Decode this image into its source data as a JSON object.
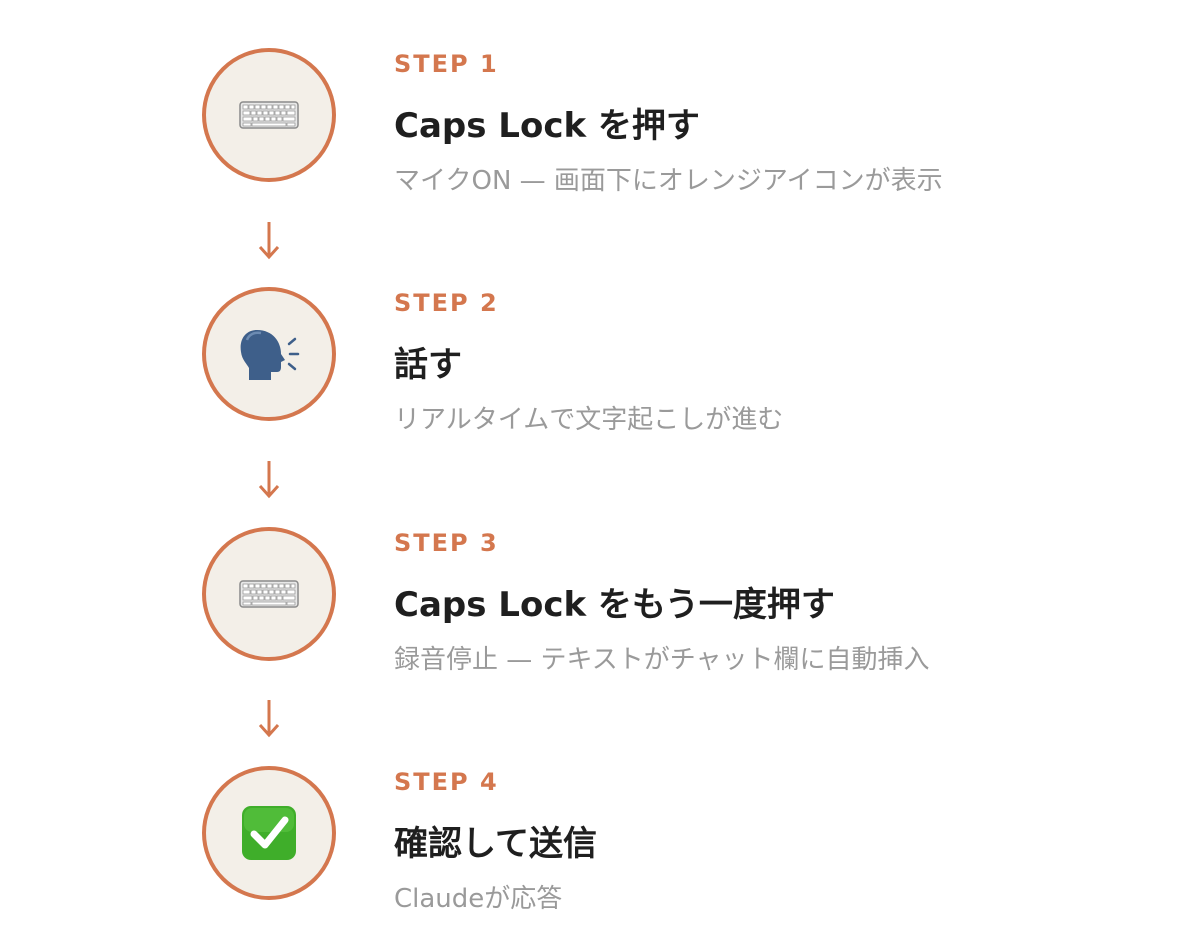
{
  "steps": [
    {
      "label": "STEP 1",
      "title": "Caps Lock を押す",
      "description": "マイクON — 画面下にオレンジアイコンが表示",
      "icon": "keyboard-icon"
    },
    {
      "label": "STEP 2",
      "title": "話す",
      "description": "リアルタイムで文字起こしが進む",
      "icon": "speaking-head-icon"
    },
    {
      "label": "STEP 3",
      "title": "Caps Lock をもう一度押す",
      "description": "録音停止 — テキストがチャット欄に自動挿入",
      "icon": "keyboard-icon"
    },
    {
      "label": "STEP 4",
      "title": "確認して送信",
      "description": "Claudeが応答",
      "icon": "check-mark-button-icon"
    }
  ],
  "colors": {
    "accent": "#d4774e",
    "circle_fill": "#f3efe8",
    "title": "#1f1f1f",
    "description": "#9a9a9a",
    "check_green": "#3fae2a"
  }
}
